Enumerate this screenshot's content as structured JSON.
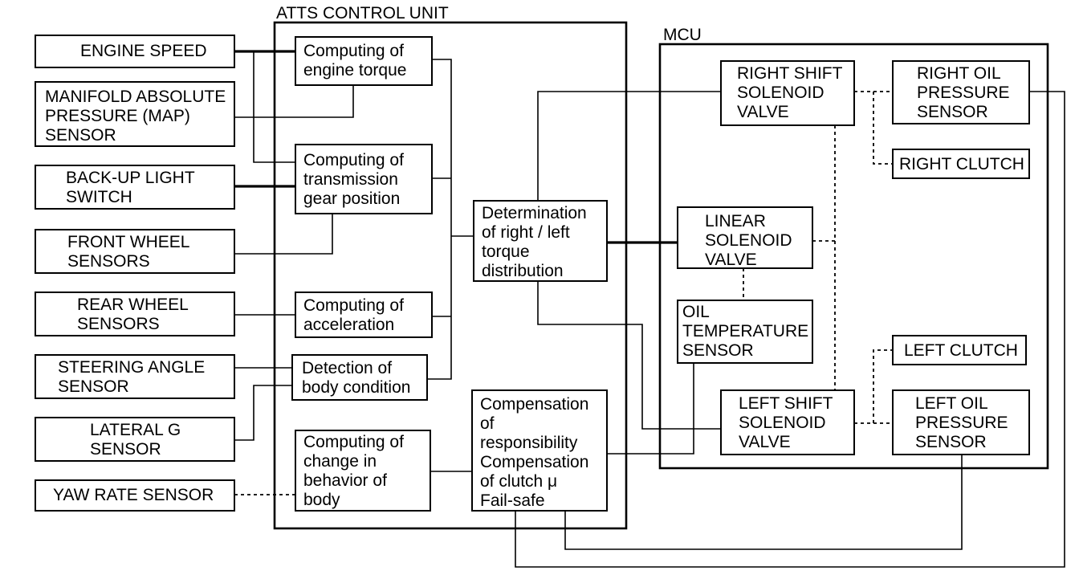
{
  "containers": {
    "atts": "ATTS CONTROL UNIT",
    "mcu": "MCU"
  },
  "sensors": [
    {
      "id": "engine-speed",
      "lines": [
        "ENGINE SPEED"
      ]
    },
    {
      "id": "map-sensor",
      "lines": [
        "MANIFOLD ABSOLUTE",
        "PRESSURE (MAP)",
        "SENSOR"
      ]
    },
    {
      "id": "backup-light-switch",
      "lines": [
        "BACK-UP LIGHT",
        "SWITCH"
      ]
    },
    {
      "id": "front-wheel-sensors",
      "lines": [
        "FRONT WHEEL",
        "SENSORS"
      ]
    },
    {
      "id": "rear-wheel-sensors",
      "lines": [
        "REAR WHEEL",
        "SENSORS"
      ]
    },
    {
      "id": "steering-angle-sensor",
      "lines": [
        "STEERING ANGLE",
        "SENSOR"
      ]
    },
    {
      "id": "lateral-g-sensor",
      "lines": [
        "LATERAL G",
        "SENSOR"
      ]
    },
    {
      "id": "yaw-rate-sensor",
      "lines": [
        "YAW RATE SENSOR"
      ]
    }
  ],
  "control_blocks": [
    {
      "id": "computing-engine-torque",
      "lines": [
        "Computing of",
        "engine torque"
      ]
    },
    {
      "id": "computing-gear-position",
      "lines": [
        "Computing of",
        "transmission",
        "gear position"
      ]
    },
    {
      "id": "computing-acceleration",
      "lines": [
        "Computing of",
        "acceleration"
      ]
    },
    {
      "id": "detection-body-condition",
      "lines": [
        "Detection of",
        "body condition"
      ]
    },
    {
      "id": "computing-change-behavior",
      "lines": [
        "Computing of",
        "change in",
        "behavior of",
        "body"
      ]
    },
    {
      "id": "torque-distribution",
      "lines": [
        "Determination",
        "of  right / left",
        "torque",
        "distribution"
      ]
    },
    {
      "id": "compensation",
      "lines": [
        "Compensation",
        "of",
        "responsibility",
        "Compensation",
        "of clutch  μ",
        "Fail-safe"
      ]
    }
  ],
  "mcu_blocks": [
    {
      "id": "right-shift-solenoid-valve",
      "lines": [
        "RIGHT SHIFT",
        "SOLENOID",
        "VALVE"
      ]
    },
    {
      "id": "right-oil-pressure-sensor",
      "lines": [
        "RIGHT OIL",
        "PRESSURE",
        "SENSOR"
      ]
    },
    {
      "id": "right-clutch",
      "lines": [
        "RIGHT CLUTCH"
      ]
    },
    {
      "id": "linear-solenoid-valve",
      "lines": [
        "LINEAR",
        "SOLENOID",
        "VALVE"
      ]
    },
    {
      "id": "oil-temperature-sensor",
      "lines": [
        "OIL",
        "TEMPERATURE",
        "SENSOR"
      ]
    },
    {
      "id": "left-clutch",
      "lines": [
        "LEFT CLUTCH"
      ]
    },
    {
      "id": "left-shift-solenoid-valve",
      "lines": [
        "LEFT SHIFT",
        "SOLENOID",
        "VALVE"
      ]
    },
    {
      "id": "left-oil-pressure-sensor",
      "lines": [
        "LEFT OIL",
        "PRESSURE",
        "SENSOR"
      ]
    }
  ]
}
